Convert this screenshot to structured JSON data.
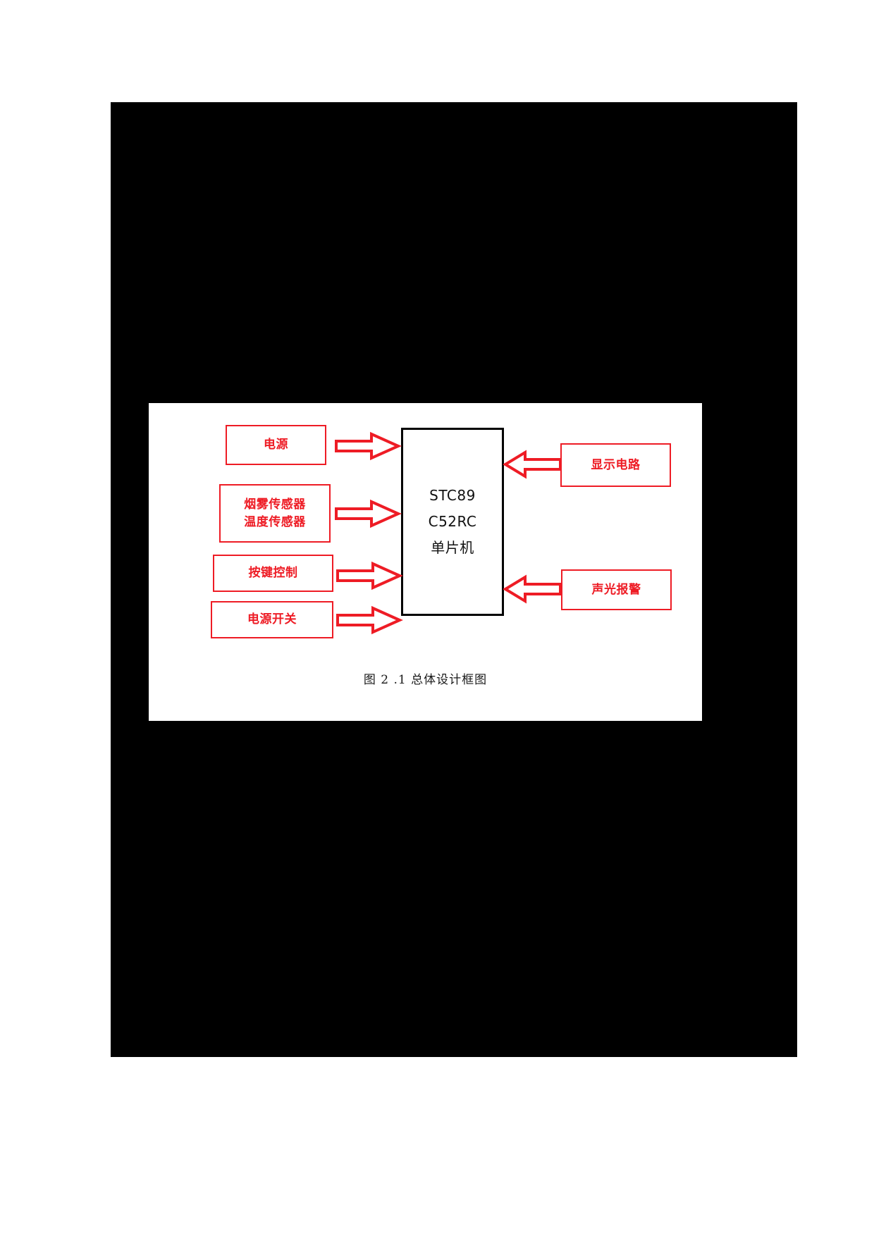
{
  "document": {
    "page_background": "#000000",
    "figure_panel_background": "#ffffff",
    "accent_color": "#ee1c25",
    "mcu_color": "#000000"
  },
  "figure": {
    "caption": "图 2 .1 总体设计框图",
    "mcu": {
      "line1": "STC89",
      "line2": "C52RC",
      "line3": "单片机"
    },
    "left_blocks": [
      {
        "label": "电源"
      },
      {
        "label_line1": "烟雾传感器",
        "label_line2": "温度传感器"
      },
      {
        "label": "按键控制"
      },
      {
        "label": "电源开关"
      }
    ],
    "right_blocks": [
      {
        "label": "显示电路"
      },
      {
        "label": "声光报警"
      }
    ],
    "arrows": [
      {
        "name": "arrow-power-to-mcu",
        "direction": "right"
      },
      {
        "name": "arrow-sensors-to-mcu",
        "direction": "right"
      },
      {
        "name": "arrow-keys-to-mcu",
        "direction": "right"
      },
      {
        "name": "arrow-power-switch-to-mcu",
        "direction": "right"
      },
      {
        "name": "arrow-display-to-mcu",
        "direction": "left"
      },
      {
        "name": "arrow-alarm-to-mcu",
        "direction": "left"
      }
    ]
  }
}
